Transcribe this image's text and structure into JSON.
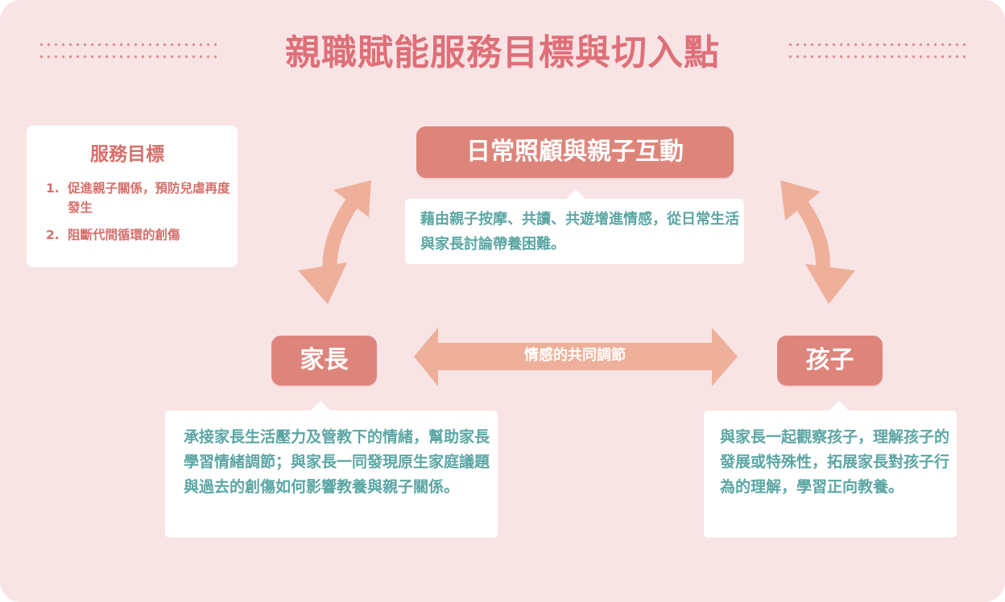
{
  "title": "親職賦能服務目標與切入點",
  "goals": {
    "title": "服務目標",
    "items": [
      {
        "num": "1.",
        "text": "促進親子關係，預防兒虐再度發生"
      },
      {
        "num": "2.",
        "text": "阻斷代間循環的創傷"
      }
    ]
  },
  "nodes": {
    "top": {
      "label": "日常照顧與親子互動",
      "desc": "藉由親子按摩、共讀、共遊增進情感，從日常生活與家長討論帶養困難。"
    },
    "parent": {
      "label": "家長",
      "desc": "承接家長生活壓力及管教下的情緒，幫助家長學習情緒調節；與家長一同發現原生家庭議題與過去的創傷如何影響教養與親子關係。"
    },
    "child": {
      "label": "孩子",
      "desc": "與家長一起觀察孩子，理解孩子的發展或特殊性，拓展家長對孩子行為的理解，學習正向教養。"
    }
  },
  "connector_label": "情感的共同調節",
  "colors": {
    "background": "#f8e4e5",
    "title": "#de6f78",
    "pill": "#de857b",
    "arrow": "#eeb09a",
    "bubble_text": "#5ba6a4",
    "goal_text": "#d66f6b"
  }
}
